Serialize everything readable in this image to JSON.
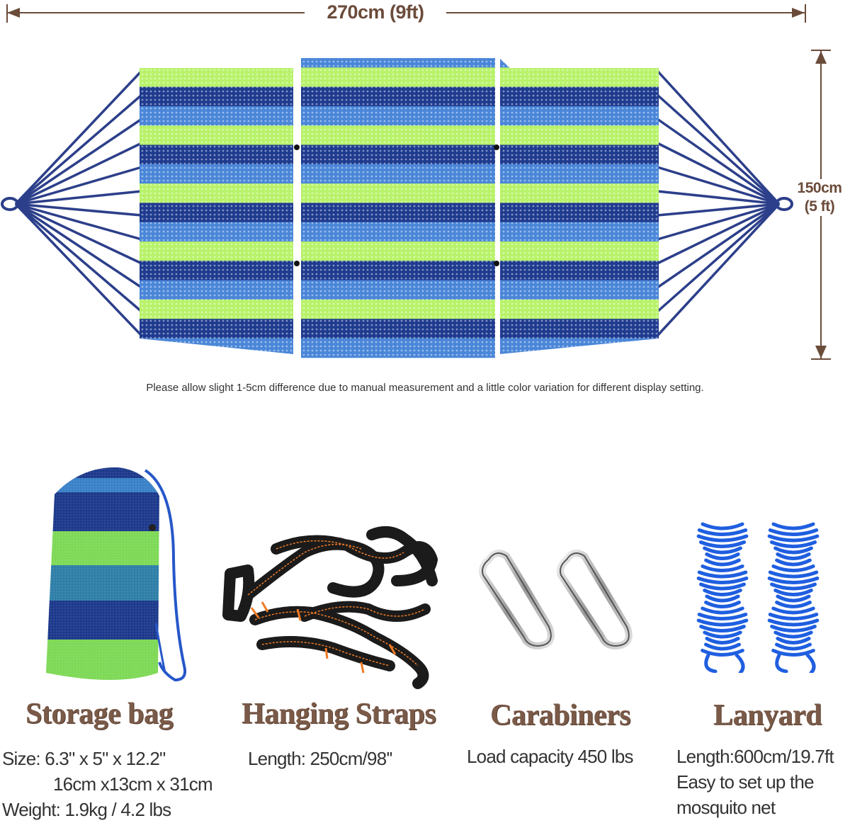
{
  "dimensions": {
    "width_label": "270cm (9ft)",
    "height_label_line1": "150cm",
    "height_label_line2": "(5 ft)"
  },
  "note": "Please allow slight 1-5cm difference due to manual measurement and a little color variation for different display setting.",
  "colors": {
    "dimension": "#6b4b3a",
    "title": "#7a5a48",
    "stripe_green": "#b8f26a",
    "stripe_light_blue": "#4a86d8",
    "stripe_dark_blue": "#1f3b8f",
    "rope": "#2c3f8a",
    "lanyard": "#1f5fe0",
    "strap_orange": "#f07a24"
  },
  "products": [
    {
      "title": "Storage bag",
      "specs": [
        "Size:  6.3\" x 5\" x 12.2\"",
        "16cm x13cm x 31cm",
        "Weight: 1.9kg / 4.2 lbs"
      ]
    },
    {
      "title": "Hanging Straps",
      "specs": [
        "Length:   250cm/98''"
      ]
    },
    {
      "title": "Carabiners",
      "specs": [
        "Load capacity 450 lbs"
      ]
    },
    {
      "title": "Lanyard",
      "specs": [
        "Length:600cm/19.7ft",
        "Easy to set up the",
        "mosquito net"
      ]
    }
  ]
}
